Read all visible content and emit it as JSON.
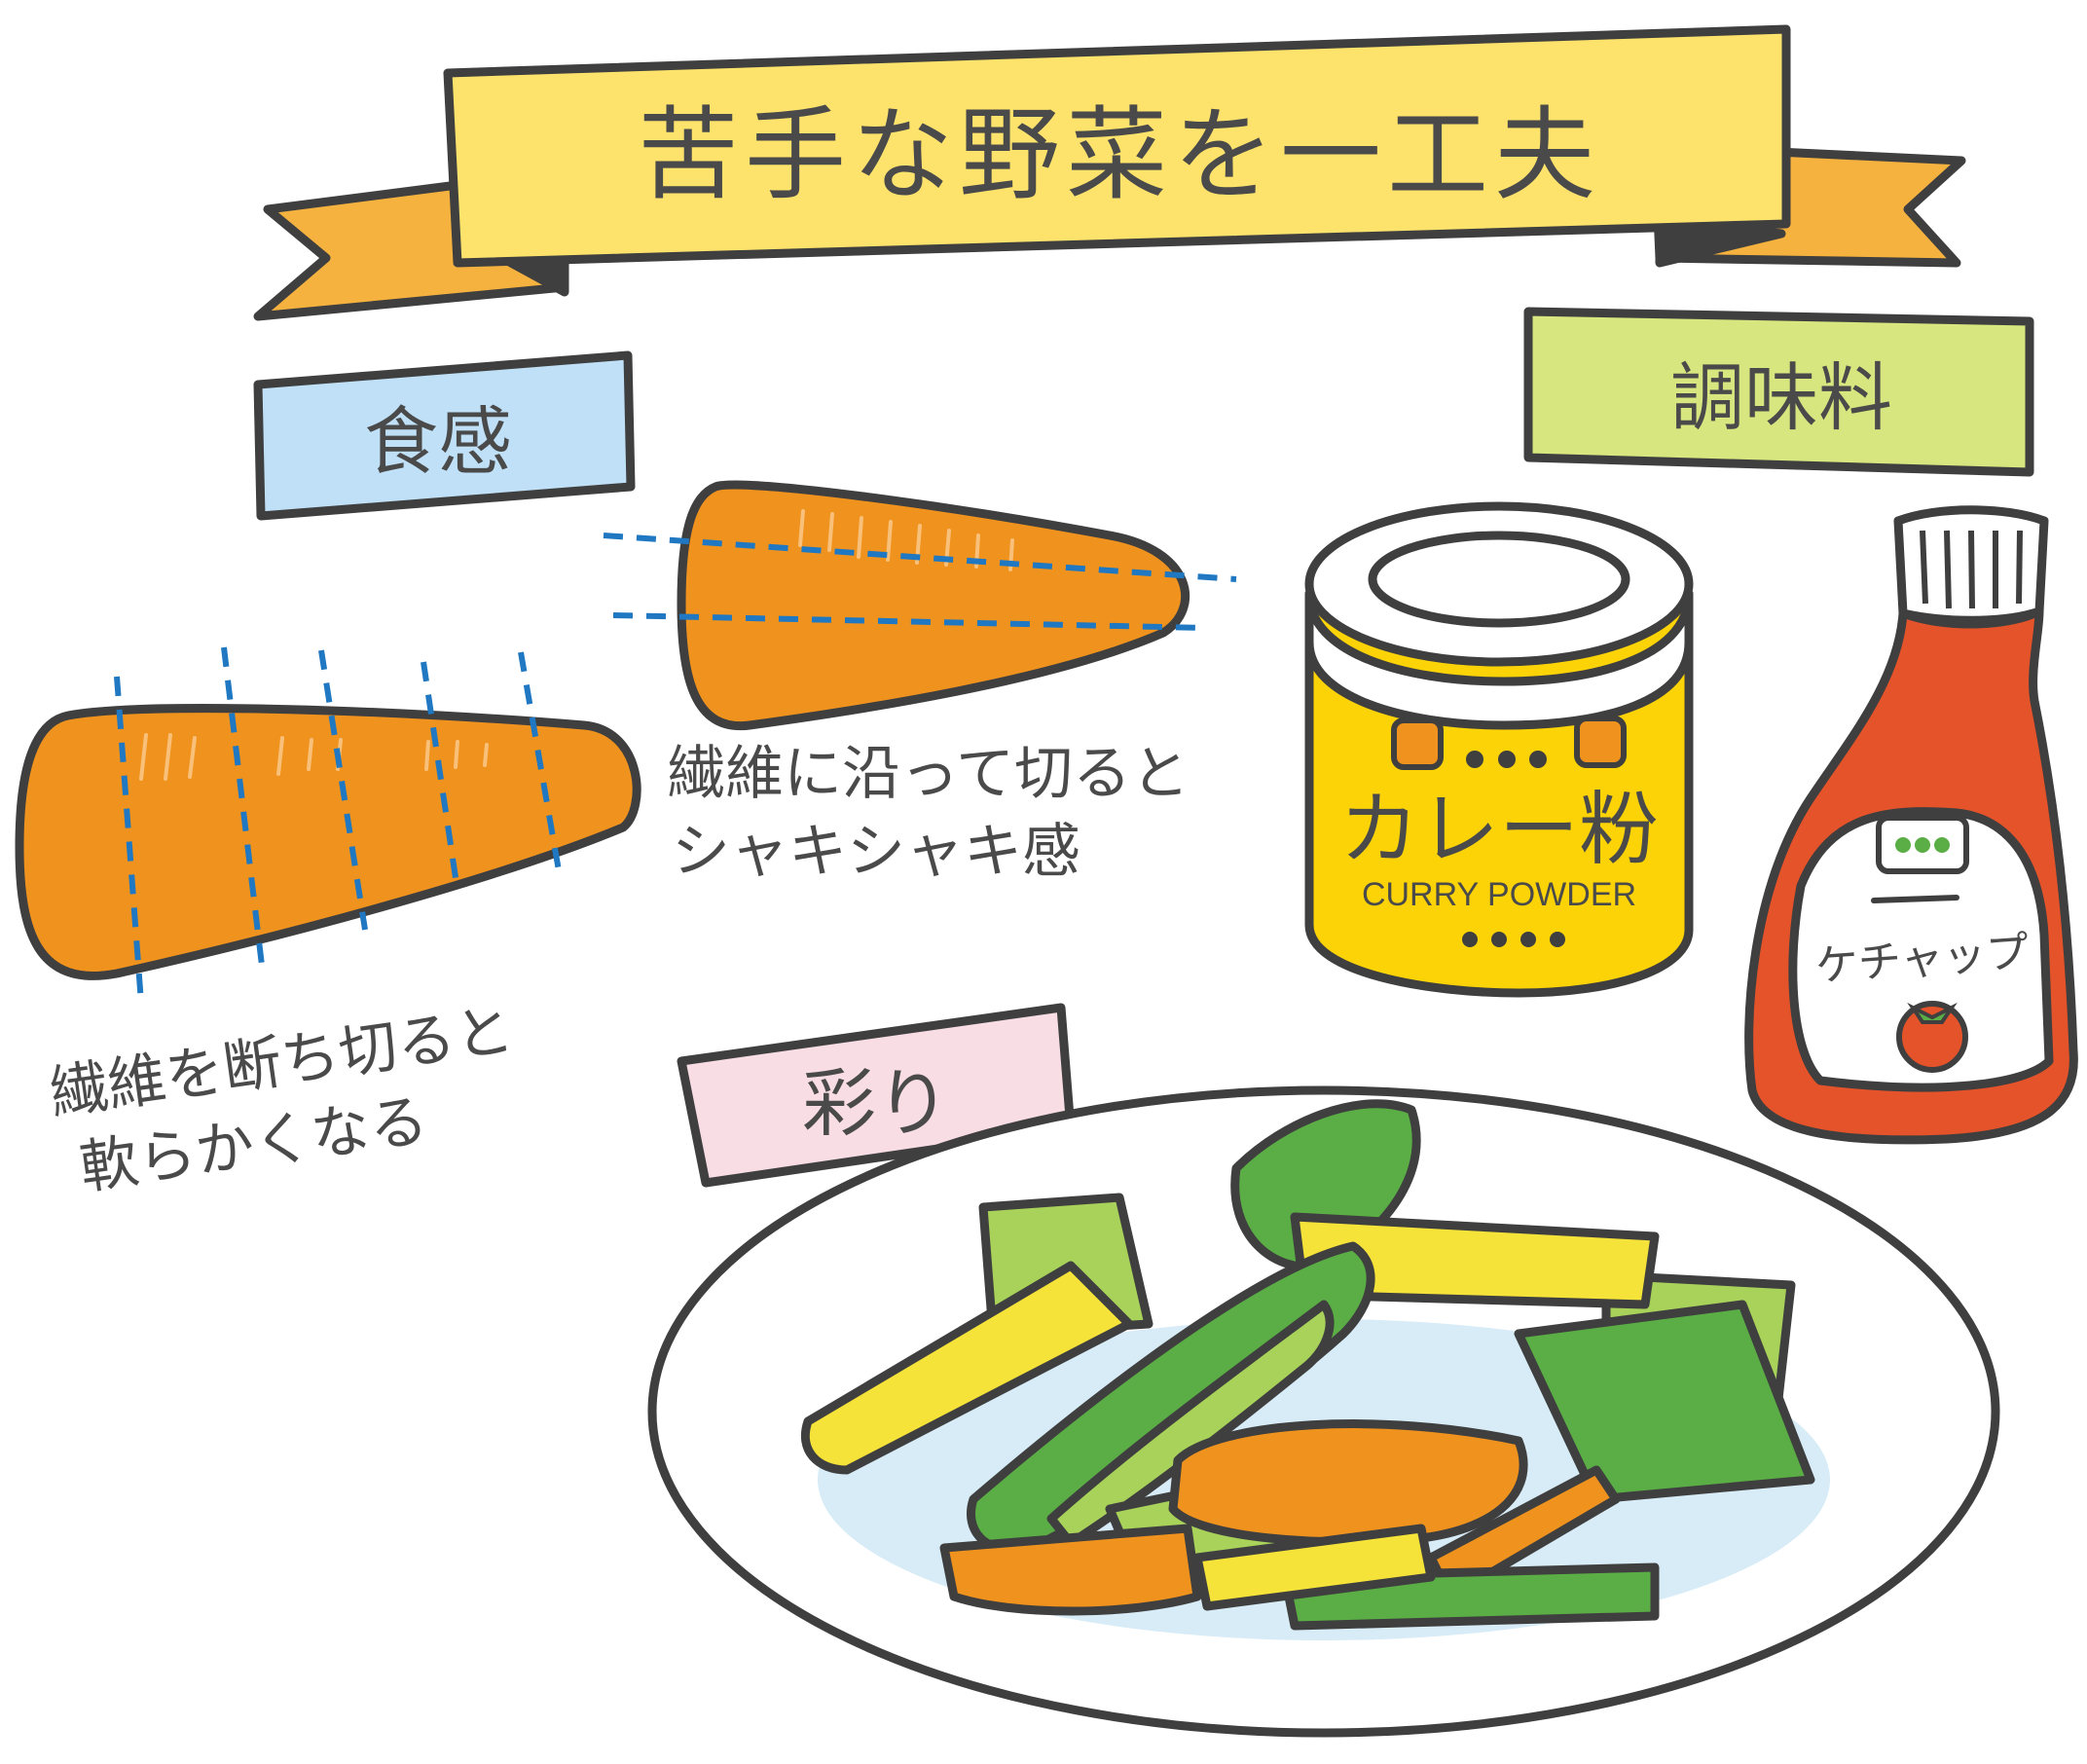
{
  "banner": {
    "title": "苦手な野菜を一工夫",
    "color": "#fde36b",
    "ribbon_color": "#f6b23f"
  },
  "labels": {
    "texture": {
      "text": "食感",
      "color": "#bfe0f6"
    },
    "seasoning": {
      "text": "調味料",
      "color": "#d7e67f"
    },
    "color": {
      "text": "彩り",
      "color": "#f8dde4"
    }
  },
  "captions": {
    "along_fiber": [
      "繊維に沿って切ると",
      "シャキシャキ感"
    ],
    "across_fiber": [
      "繊維を断ち切ると",
      "軟らかくなる"
    ]
  },
  "curry_can": {
    "title": "カレー粉",
    "subtitle": "CURRY POWDER",
    "color": "#fcd307",
    "dot_color": "#f0931e"
  },
  "ketchup": {
    "label": "ケチャップ",
    "color": "#e5532a"
  },
  "colors": {
    "carrot": "#f0931e",
    "cut_line": "#1f78c1",
    "outline": "#3f3f3f",
    "plate_shadow": "#d7ecf7",
    "green_dark": "#5aae45",
    "green_light": "#a8d25a",
    "yellow_veg": "#f5e33a"
  }
}
